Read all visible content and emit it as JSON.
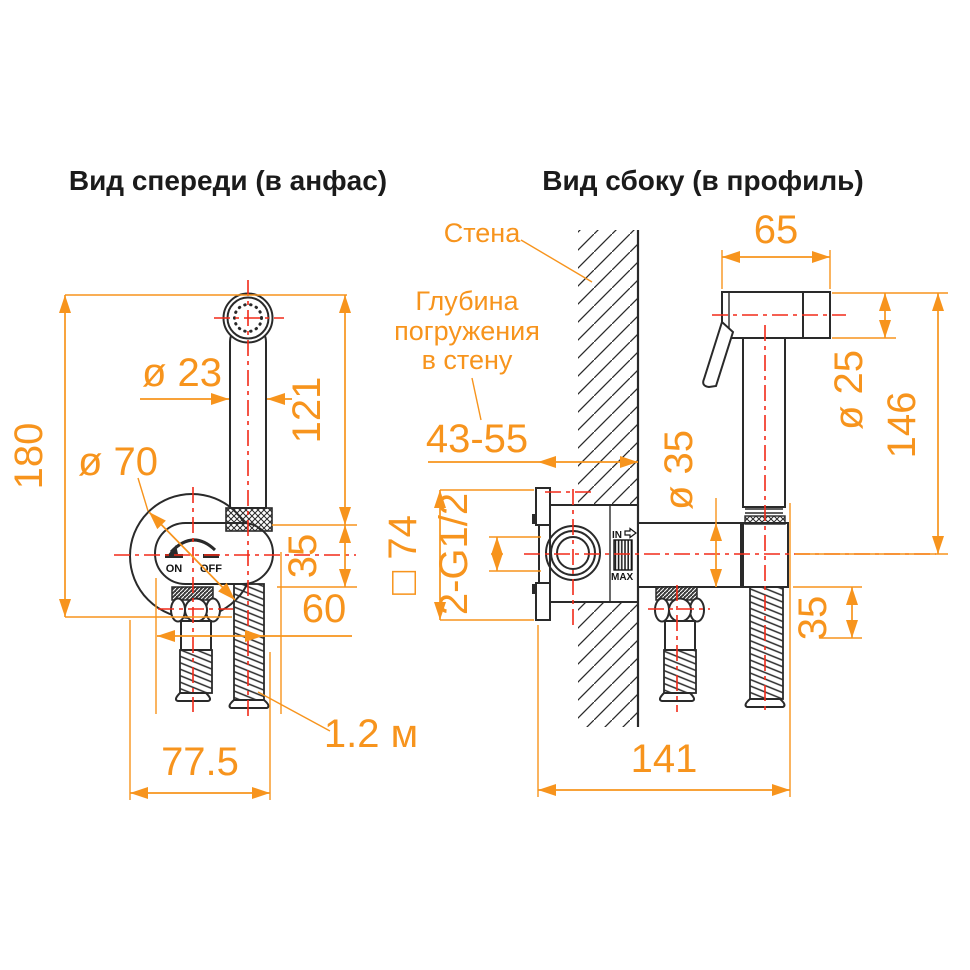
{
  "colors": {
    "accent": "#f7941d",
    "centerline": "#f22a18",
    "ink": "#2a2a2a",
    "background": "#ffffff"
  },
  "front_view": {
    "title": "Вид спереди (в анфас)",
    "valve": {
      "on": "ON",
      "off": "OFF"
    },
    "dims": {
      "overall_height": "180",
      "head_diameter": "ø 23",
      "handle_height": "121",
      "plate_diameter": "ø 70",
      "nut_offset": "35",
      "outlet_offset": "60",
      "base_width": "77.5",
      "hose_length": "1.2 м"
    }
  },
  "side_view": {
    "title": "Вид сбоку (в профиль)",
    "labels": {
      "wall": "Стена",
      "embed_depth_lines": [
        "Глубина",
        "погружения",
        "в стену"
      ],
      "embed_depth_value": "43-55"
    },
    "markings": {
      "inlet": "IN",
      "max": "MAX"
    },
    "dims": {
      "head_length": "65",
      "handle_diameter": "ø 25",
      "handle_height": "146",
      "valve_diameter": "ø 35",
      "rough_in_square": "□ 74",
      "thread": "2-G1/2",
      "hose_drop": "35",
      "overall_depth": "141"
    }
  }
}
